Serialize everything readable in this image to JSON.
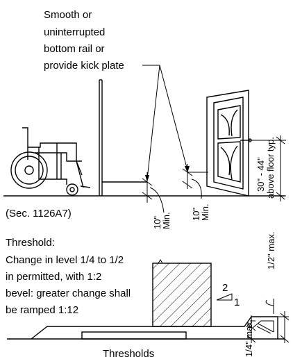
{
  "callout_kick_plate": [
    "Smooth or",
    "uninterrupted",
    "bottom rail or",
    "provide kick plate"
  ],
  "section_ref": "(Sec. 1126A7)",
  "dim_left": [
    "10\"",
    "Min."
  ],
  "dim_right": [
    "10\"",
    "Min."
  ],
  "height_dim": [
    "30\" - 44\"",
    "above floor  typ."
  ],
  "threshold_note": [
    "Threshold:",
    "Change in level 1/4 to 1/2",
    "in permitted, with 1:2",
    "bevel: greater  change shall",
    "be ramped 1:12"
  ],
  "slope_rise": "2",
  "slope_run": "1",
  "dim_half_inch": "1/2\" max.",
  "dim_quarter_inch": "1/4\" max.",
  "caption": "Thresholds"
}
